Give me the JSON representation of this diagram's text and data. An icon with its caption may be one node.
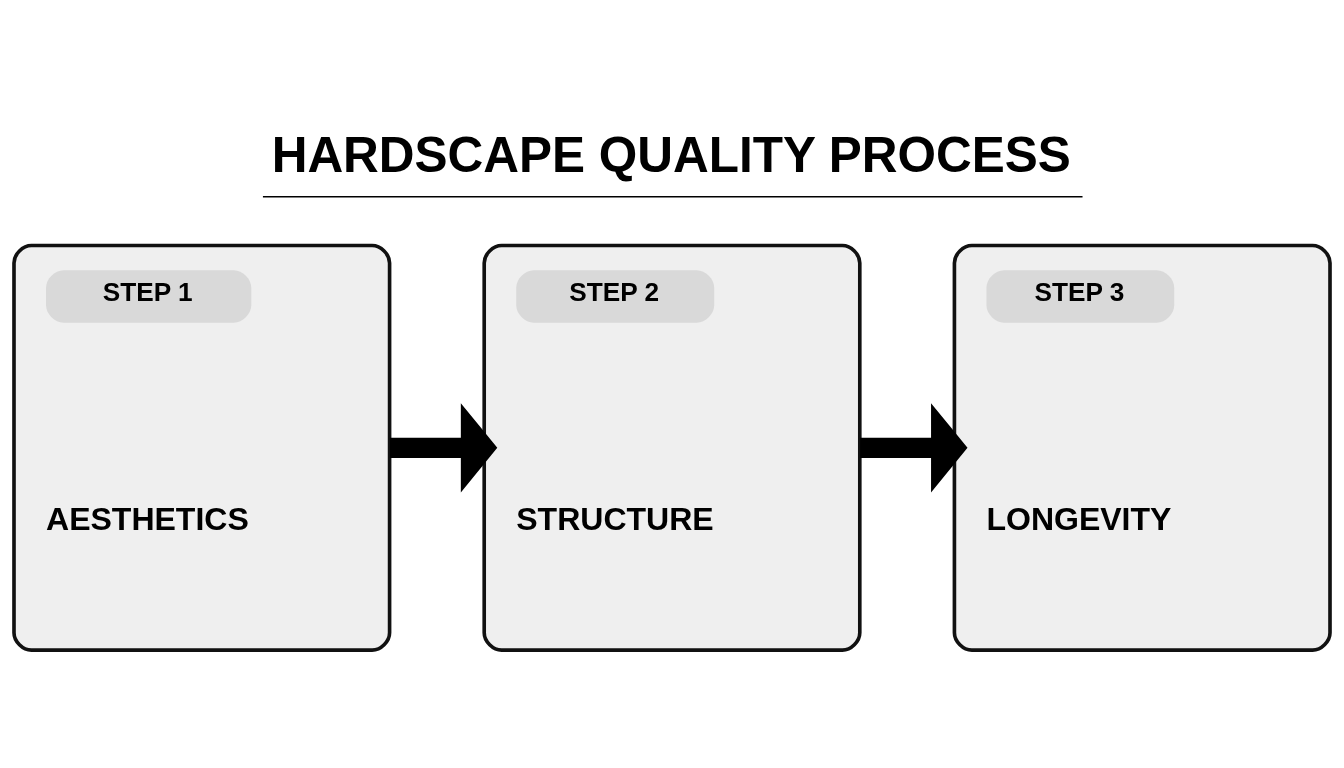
{
  "diagram": {
    "title": "HARDSCAPE QUALITY PROCESS",
    "nodes": [
      {
        "text": [
          "STEP 1",
          "AESTHETICS"
        ]
      },
      {
        "text": [
          "STEP 2",
          "STRUCTURE"
        ]
      },
      {
        "text": [
          "STEP 3",
          "LONGEVITY"
        ]
      }
    ],
    "edges": [
      {
        "from": 0,
        "to": 1,
        "arrow": "to"
      },
      {
        "from": 1,
        "to": 2,
        "arrow": "to"
      }
    ]
  }
}
